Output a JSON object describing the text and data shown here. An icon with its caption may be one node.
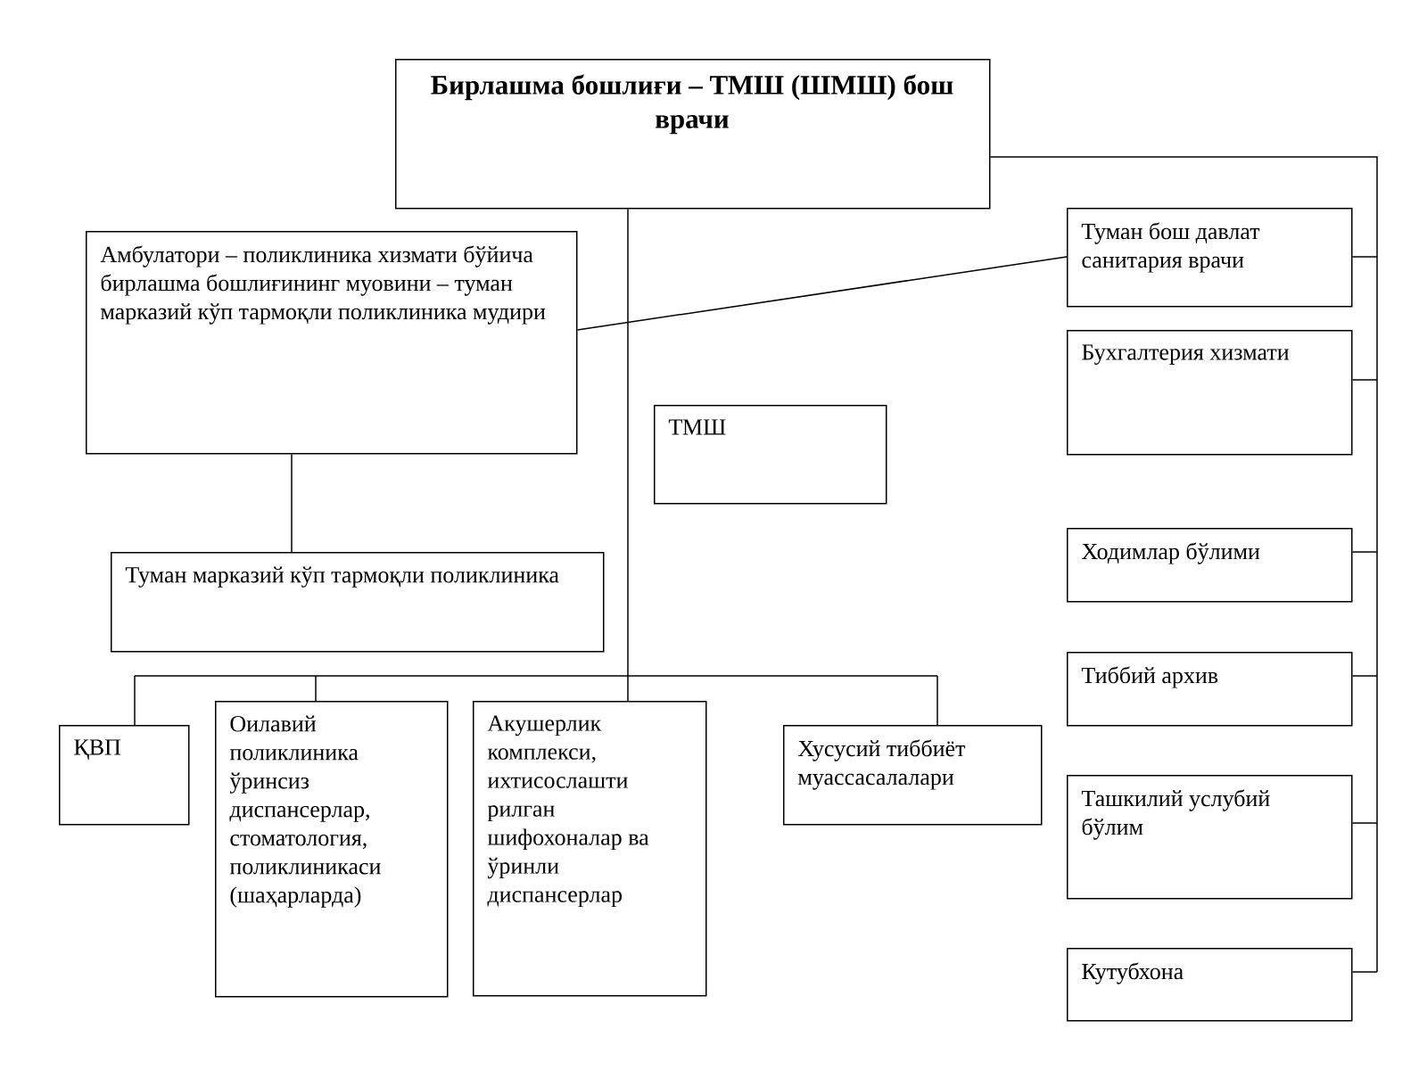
{
  "diagram": {
    "nodes": [
      {
        "text": [
          "Бирлашма бошлиғи – ТМШ (ШМШ) бош врачи"
        ]
      },
      {
        "text": [
          "Амбулатори – поликлиника хизмати бўйича бирлашма бошлиғининг муовини – туман марказий кўп тармоқли поликлиника мудири"
        ]
      },
      {
        "text": [
          "Туман марказий кўп тармоқли поликлиника"
        ]
      },
      {
        "text": [
          "ТМШ"
        ]
      },
      {
        "text": [
          "Туман бош давлат санитария врачи"
        ]
      },
      {
        "text": [
          "Бухгалтерия хизмати"
        ]
      },
      {
        "text": [
          "Ходимлар бўлими"
        ]
      },
      {
        "text": [
          "Тиббий архив"
        ]
      },
      {
        "text": [
          "Ташкилий услубий бўлим"
        ]
      },
      {
        "text": [
          "Кутубхона"
        ]
      },
      {
        "text": [
          "ҚВП"
        ]
      },
      {
        "text": [
          "Оилавий поликлиника ўринсиз диспансерлар, стоматология, поликлиникаси (шаҳарларда)"
        ]
      },
      {
        "text": [
          "Акушерлик комплекси, ихтисослашти рилган шифохоналар ва ўринли диспансерлар"
        ]
      },
      {
        "text": [
          "Хусусий тиббиёт муассасалалари"
        ]
      }
    ],
    "edges": [
      {
        "from": 0,
        "to": 10,
        "arrow": "none"
      },
      {
        "from": 0,
        "to": 11,
        "arrow": "none"
      },
      {
        "from": 0,
        "to": 12,
        "arrow": "none"
      },
      {
        "from": 0,
        "to": 13,
        "arrow": "none"
      },
      {
        "from": 0,
        "to": 4,
        "arrow": "none"
      },
      {
        "from": 0,
        "to": 5,
        "arrow": "none"
      },
      {
        "from": 0,
        "to": 6,
        "arrow": "none"
      },
      {
        "from": 0,
        "to": 7,
        "arrow": "none"
      },
      {
        "from": 0,
        "to": 8,
        "arrow": "none"
      },
      {
        "from": 0,
        "to": 9,
        "arrow": "none"
      },
      {
        "from": 1,
        "to": 4,
        "arrow": "none"
      },
      {
        "from": 1,
        "to": 2,
        "arrow": "none"
      }
    ]
  }
}
